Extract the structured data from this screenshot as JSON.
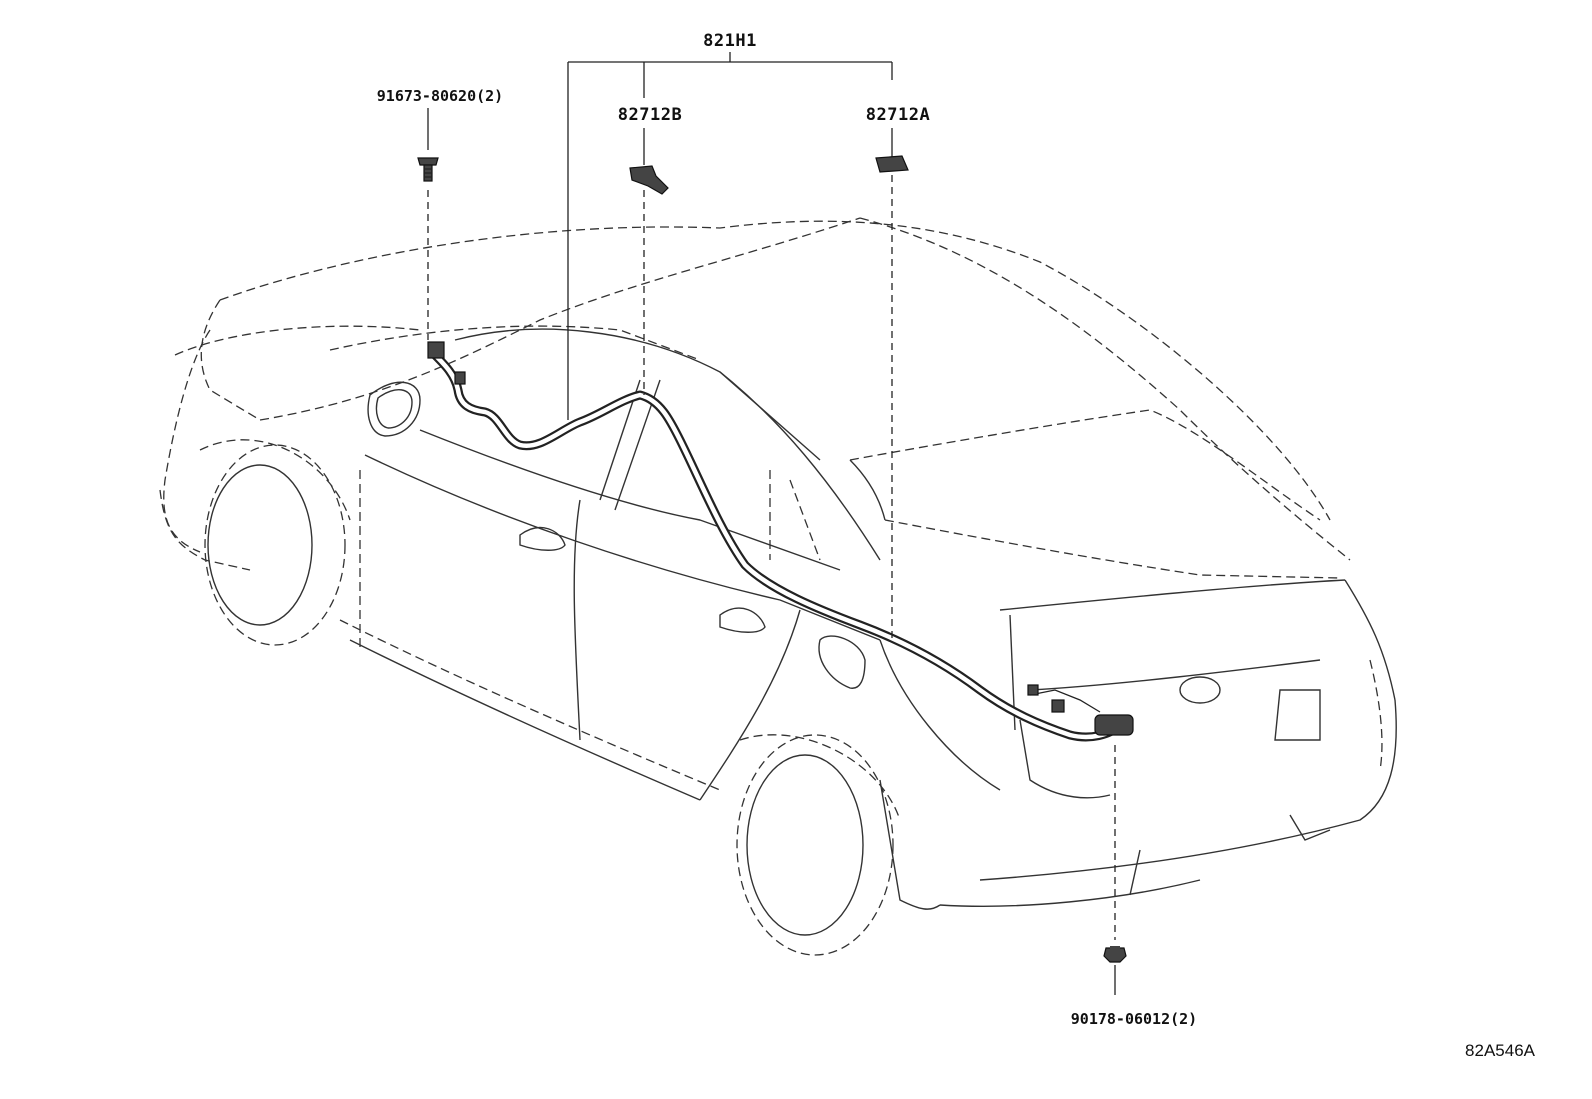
{
  "diagram": {
    "labels": {
      "assembly": "821H1",
      "clip_b": "82712B",
      "clip_a": "82712A",
      "screw_top": "91673-80620(2)",
      "screw_bottom": "90178-06012(2)"
    },
    "reference_code": "82A546A"
  }
}
